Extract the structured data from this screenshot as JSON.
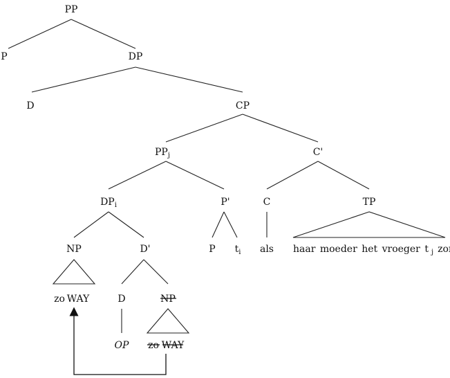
{
  "nodes": {
    "pp_root": "PP",
    "p": "P",
    "dp": "DP",
    "d": "D",
    "cp": "CP",
    "pp_j": "PP",
    "pp_j_index": "j",
    "c_bar": "C'",
    "dp_i": "DP",
    "dp_i_index": "i",
    "p_bar": "P'",
    "c": "C",
    "tp": "TP",
    "np": "NP",
    "d_bar": "D'",
    "p_leaf": "P",
    "trace_i": "t",
    "trace_i_index": "i",
    "als": "als",
    "tp_string": "haar moeder het vroeger t",
    "tp_trace_index": "j",
    "tp_verb": "zong",
    "zo": "zo",
    "way": "WAY",
    "d_inner": "D",
    "np_deleted": "NP",
    "op": "OP",
    "zo_deleted": "zo",
    "way_deleted": "WAY"
  }
}
